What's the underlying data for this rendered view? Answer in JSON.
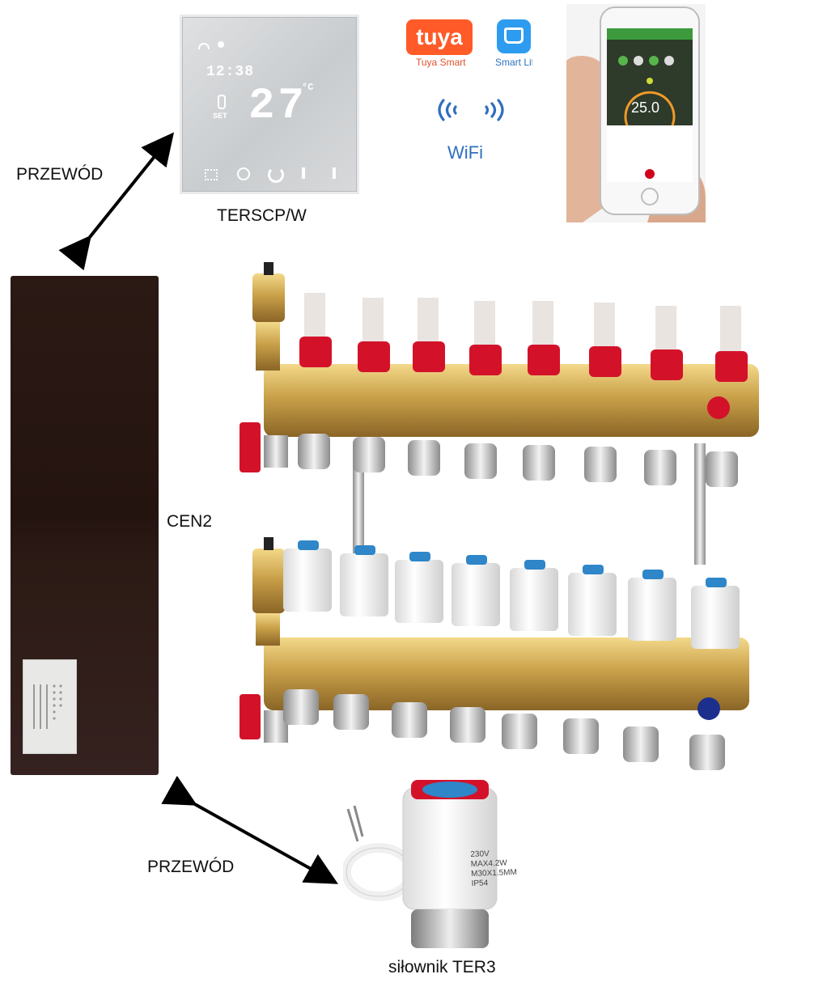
{
  "labels": {
    "thermostat": "TERSCP/W",
    "wire_top": "PRZEWÓD",
    "controller": "CEN2",
    "wire_bottom": "PRZEWÓD",
    "actuator": "siłownik TER3"
  },
  "wifi": {
    "tuya_logo": "tuya",
    "tuya_caption": "Tuya Smart",
    "smartlife_caption": "Smart Life",
    "wifi_text": "WiFi"
  },
  "thermostat_display": {
    "clock": "12:38",
    "temperature": "27",
    "unit": "°C",
    "set_label": "SET"
  },
  "phone_display": {
    "temperature": "25.0"
  },
  "actuator_print": {
    "line1": "230V",
    "line2": "MAX4.2W",
    "line3": "M30X1.5MM",
    "line4": "IP54"
  },
  "colors": {
    "controller": "#261612",
    "brass": "#c9a24a",
    "valve_red": "#d3122a",
    "cap_blue": "#2f86c8",
    "tuya_orange": "#ff5a28",
    "wifi_blue": "#2f6fc0"
  },
  "icons": {
    "thermostat_buttons": [
      "grid-icon",
      "clock-icon",
      "power-icon",
      "fan-icon",
      "temp-up-icon"
    ],
    "wifi_left": "wifi-signal-left-icon",
    "wifi_right": "wifi-signal-right-icon"
  }
}
